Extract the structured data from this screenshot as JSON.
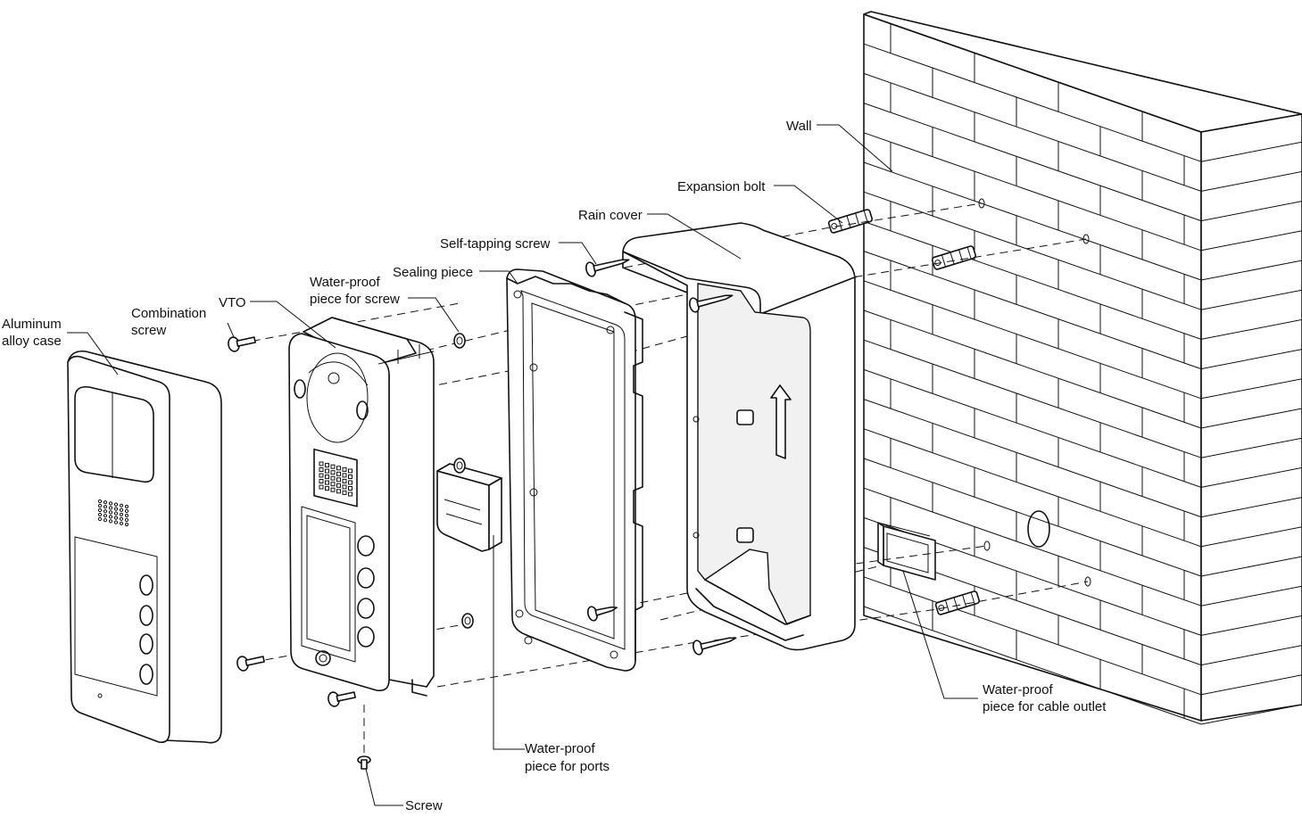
{
  "labels": {
    "aluminum_case_1": "Aluminum",
    "aluminum_case_2": "alloy case",
    "combination_screw_1": "Combination",
    "combination_screw_2": "screw",
    "vto": "VTO",
    "waterproof_screw_1": "Water-proof",
    "waterproof_screw_2": "piece for screw",
    "sealing_piece": "Sealing piece",
    "self_tapping_screw": "Self-tapping screw",
    "rain_cover": "Rain cover",
    "expansion_bolt": "Expansion bolt",
    "wall": "Wall",
    "waterproof_cable_1": "Water-proof",
    "waterproof_cable_2": "piece for cable outlet",
    "waterproof_ports_1": "Water-proof",
    "waterproof_ports_2": "piece for ports",
    "screw": "Screw"
  }
}
